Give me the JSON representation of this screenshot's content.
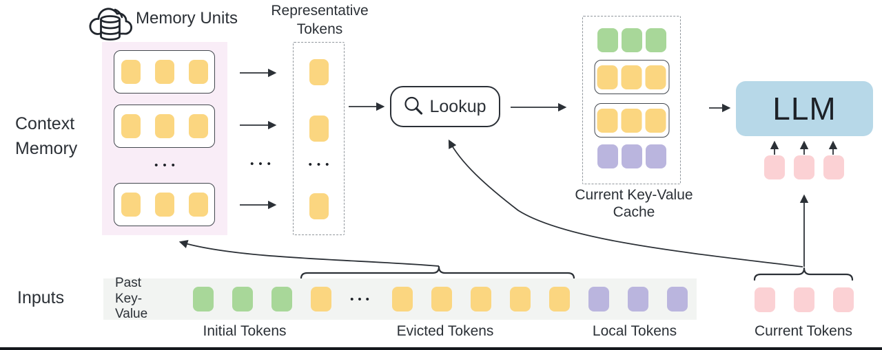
{
  "labels": {
    "memory_units": "Memory Units",
    "representative_tokens": "Representative\nTokens",
    "context_memory": "Context\nMemory",
    "lookup": "Lookup",
    "current_kv_cache": "Current Key-Value\nCache",
    "llm": "LLM",
    "inputs": "Inputs",
    "past_key_value": "Past\nKey-Value",
    "initial_tokens": "Initial Tokens",
    "evicted_tokens": "Evicted Tokens",
    "local_tokens": "Local Tokens",
    "current_tokens": "Current Tokens",
    "ellipsis": "•••"
  },
  "icons": {
    "memory_units": "cloud-database-icon",
    "lookup": "magnifier-icon"
  },
  "colors": {
    "yellow_token": "#FBD680",
    "green_token": "#A8D799",
    "purple_token": "#BAB5DE",
    "pink_token": "#FBD1D4",
    "llm_blue": "#B7D8E8",
    "memory_bg": "#F9EDF7",
    "bar_bg": "#F2F4F2",
    "ink": "#2B3036",
    "dash_border": "#8F959B"
  },
  "structure": {
    "memory_unit_rows": 3,
    "tokens_per_memory_unit": 3,
    "representative_tokens_shown": 3,
    "cache_rows": [
      "initial (green)",
      "retrieved memory unit (yellow)",
      "retrieved memory unit (yellow)",
      "local (purple)"
    ],
    "input_token_groups": [
      {
        "label": "Initial Tokens",
        "color": "green",
        "count": 3
      },
      {
        "label": "Evicted Tokens",
        "color": "yellow",
        "count": 6,
        "has_ellipsis": true
      },
      {
        "label": "Local Tokens",
        "color": "purple",
        "count": 3
      },
      {
        "label": "Current Tokens",
        "color": "pink",
        "count": 3
      }
    ]
  }
}
